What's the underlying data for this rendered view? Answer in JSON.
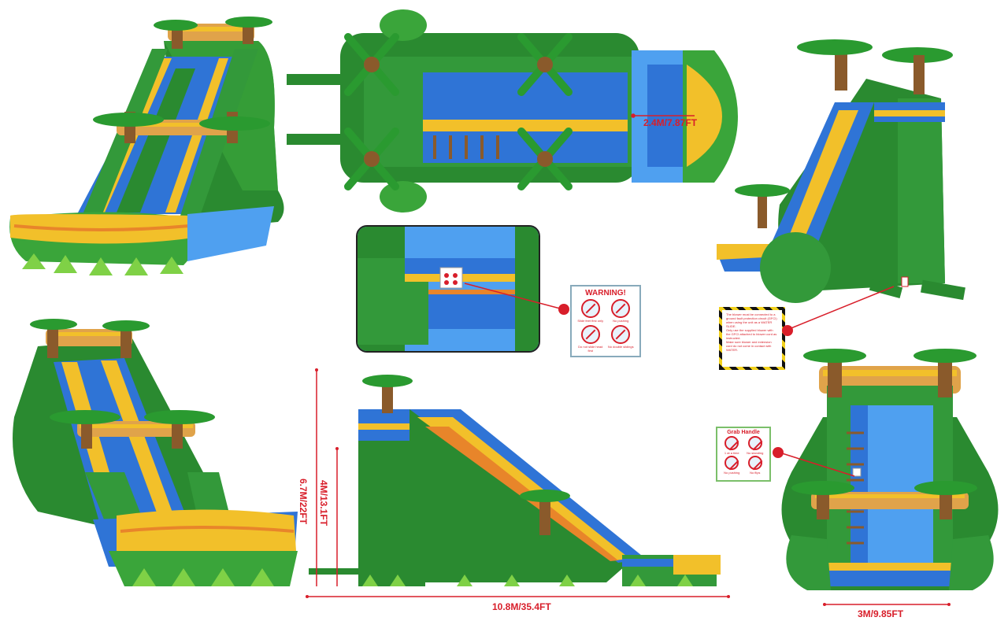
{
  "dimensions": {
    "width_top": "2.4M/7.87FT",
    "total_height": "6.7M/22FT",
    "platform_height": "4M/13.1FT",
    "length": "10.8M/35.4FT",
    "width_front": "3M/9.85FT"
  },
  "warning_card": {
    "title": "WARNING!",
    "captions": [
      "Slide feet first only",
      "No pushing",
      "Do not slide head first",
      "No double slidings"
    ]
  },
  "grab_card": {
    "title": "Grab Handle",
    "captions": [
      "1 at a time",
      "No standing",
      "No pushing",
      "No flips"
    ]
  },
  "notice": {
    "lines": [
      "The blower must be connected to a ground fault protection circuit (GFCI) when using the unit as a WATER SLIDE.",
      "Only use the supplied blower with the GFCI attached to blower cord as instructed.",
      "Make sure blower and extension cord do not come in contact with WATER."
    ]
  },
  "colors": {
    "green_dark": "#1f7a2a",
    "green_mid": "#3aa53a",
    "green_light": "#7fd146",
    "blue": "#2f74d6",
    "blue_light": "#4fa0f0",
    "yellow": "#f2c02a",
    "orange": "#e8852a",
    "brown": "#8a5a2b",
    "dim_red": "#d81e2a"
  }
}
